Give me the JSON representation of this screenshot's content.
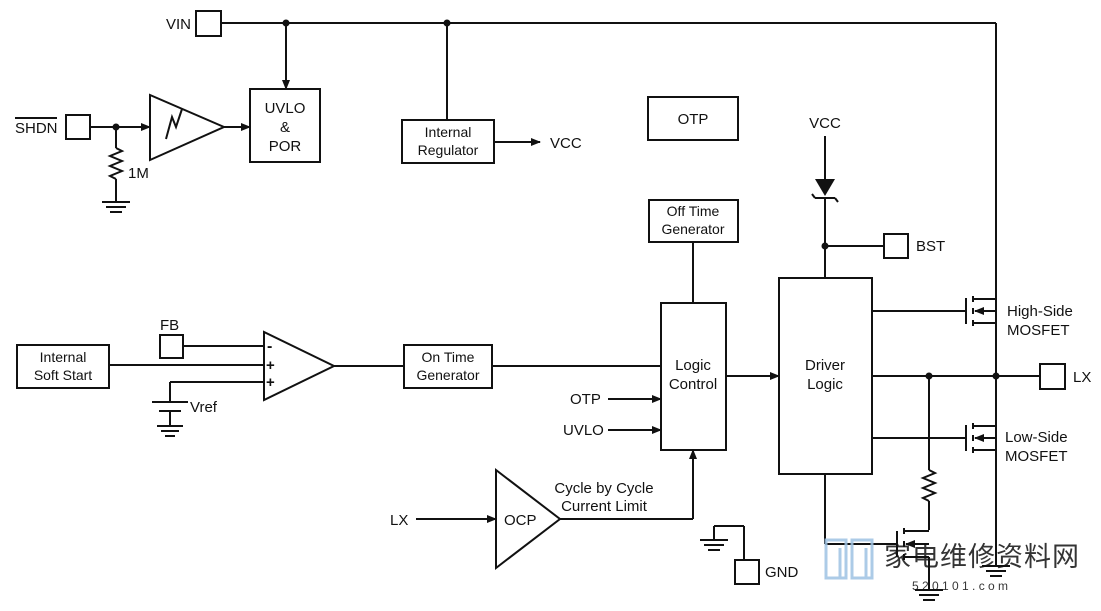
{
  "pins": {
    "vin": "VIN",
    "shdn": "SHDN",
    "fb": "FB",
    "bst": "BST",
    "lx_out": "LX",
    "gnd": "GND"
  },
  "blocks": {
    "uvlo_por": [
      "UVLO",
      "&",
      "POR"
    ],
    "internal_regulator": [
      "Internal",
      "Regulator"
    ],
    "otp_block": "OTP",
    "off_time_generator": [
      "Off Time",
      "Generator"
    ],
    "internal_soft_start": [
      "Internal",
      "Soft Start"
    ],
    "on_time_generator": [
      "On Time",
      "Generator"
    ],
    "logic_control": [
      "Logic",
      "Control"
    ],
    "driver_logic": [
      "Driver",
      "Logic"
    ],
    "ocp": "OCP"
  },
  "labels": {
    "resistor_1m": "1M",
    "vcc_out": "VCC",
    "vcc_in": "VCC",
    "vref": "Vref",
    "otp_signal": "OTP",
    "uvlo_signal": "UVLO",
    "lx_in": "LX",
    "cycle_limit": [
      "Cycle by Cycle",
      "Current Limit"
    ],
    "high_side": [
      "High-Side",
      "MOSFET"
    ],
    "low_side": [
      "Low-Side",
      "MOSFET"
    ],
    "comp_minus": "-",
    "comp_plus_1": "+",
    "comp_plus_2": "+"
  },
  "watermark": {
    "text": "家电维修资料网",
    "url": "5 2 0 1 0 1 . c o m"
  }
}
